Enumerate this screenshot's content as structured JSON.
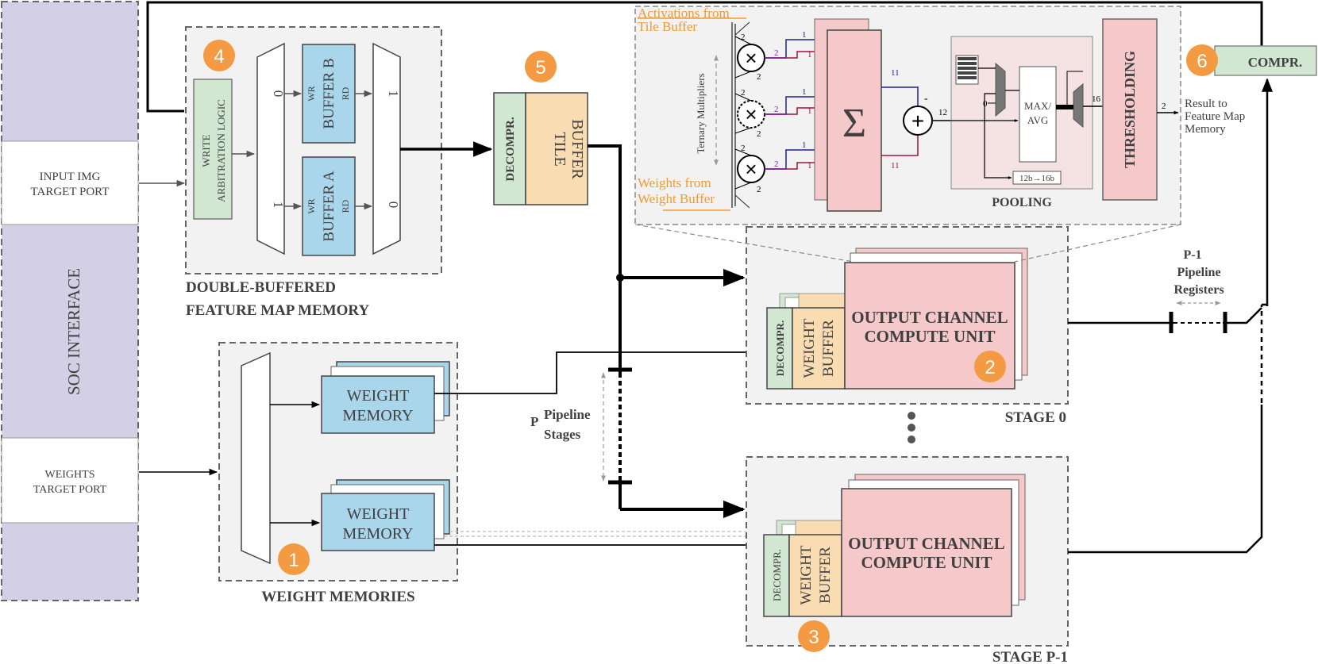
{
  "colors": {
    "soc": "#d3d0e6",
    "buffer_blue": "#a9d6ea",
    "decompr_green": "#d2e7d2",
    "tile_orange": "#f9dcb1",
    "compute_pink": "#f5c9c9",
    "badge_orange": "#f39a42",
    "panel_gray": "#f2f2f2",
    "dash_gray": "#6e6e6e",
    "label_orange": "#f39a2c",
    "wire_blue": "#1f1f8f",
    "wire_red": "#a3123a",
    "wire_purple": "#8a1fa8"
  },
  "soc": {
    "title": "SOC INTERFACE",
    "input_port": [
      "INPUT IMG",
      "TARGET PORT"
    ],
    "weights_port": [
      "WEIGHTS",
      "TARGET PORT"
    ]
  },
  "feature_map": {
    "arbitration": [
      "WRITE",
      "ARBITRATION LOGIC"
    ],
    "mux_in": [
      "0",
      "1"
    ],
    "mux_out": [
      "1",
      "0"
    ],
    "buffer_b": "BUFFER B",
    "buffer_a": "BUFFER A",
    "wr": "WR",
    "rd": "RD",
    "caption": [
      "DOUBLE-BUFFERED",
      "FEATURE MAP MEMORY"
    ],
    "badge": "4"
  },
  "tile": {
    "decompr": "DECOMPR.",
    "buffer": [
      "TILE",
      "BUFFER"
    ],
    "badge": "5"
  },
  "weights": {
    "memory": [
      "WEIGHT",
      "MEMORY"
    ],
    "caption": "WEIGHT MEMORIES",
    "badge": "1"
  },
  "pipeline": {
    "p": "P",
    "stages": [
      "Pipeline",
      "Stages"
    ],
    "p1": [
      "P-1",
      "Pipeline",
      "Registers"
    ]
  },
  "stage0": {
    "label": "STAGE 0",
    "decompr": "DECOMPR.",
    "weight_buffer": [
      "WEIGHT",
      "BUFFER"
    ],
    "compute": [
      "OUTPUT CHANNEL",
      "COMPUTE UNIT"
    ],
    "badge": "2"
  },
  "stageP": {
    "label": "STAGE P-1",
    "decompr": "DECOMPR.",
    "weight_buffer": [
      "WEIGHT",
      "BUFFER"
    ],
    "compute": [
      "OUTPUT CHANNEL",
      "COMPUTE UNIT"
    ],
    "badge": "3"
  },
  "detail": {
    "activations": [
      "Activations from",
      "Tile Buffer"
    ],
    "weights": [
      "Weights from",
      "Weight Buffer"
    ],
    "ternary": "Ternary Multipliers",
    "sum": "Σ",
    "plus": "+",
    "minus": "-",
    "bw_2": "2",
    "bw_1": "1",
    "bw_11": "11",
    "bw_12": "12",
    "bw_16": "16",
    "zero": "0",
    "maxavg": [
      "MAX/",
      "AVG"
    ],
    "range": "12b→16b",
    "pooling": "POOLING",
    "thresholding": "THRESHOLDING",
    "result": [
      "Result to",
      "Feature Map",
      "Memory"
    ]
  },
  "compr": {
    "label": "COMPR.",
    "badge": "6"
  }
}
